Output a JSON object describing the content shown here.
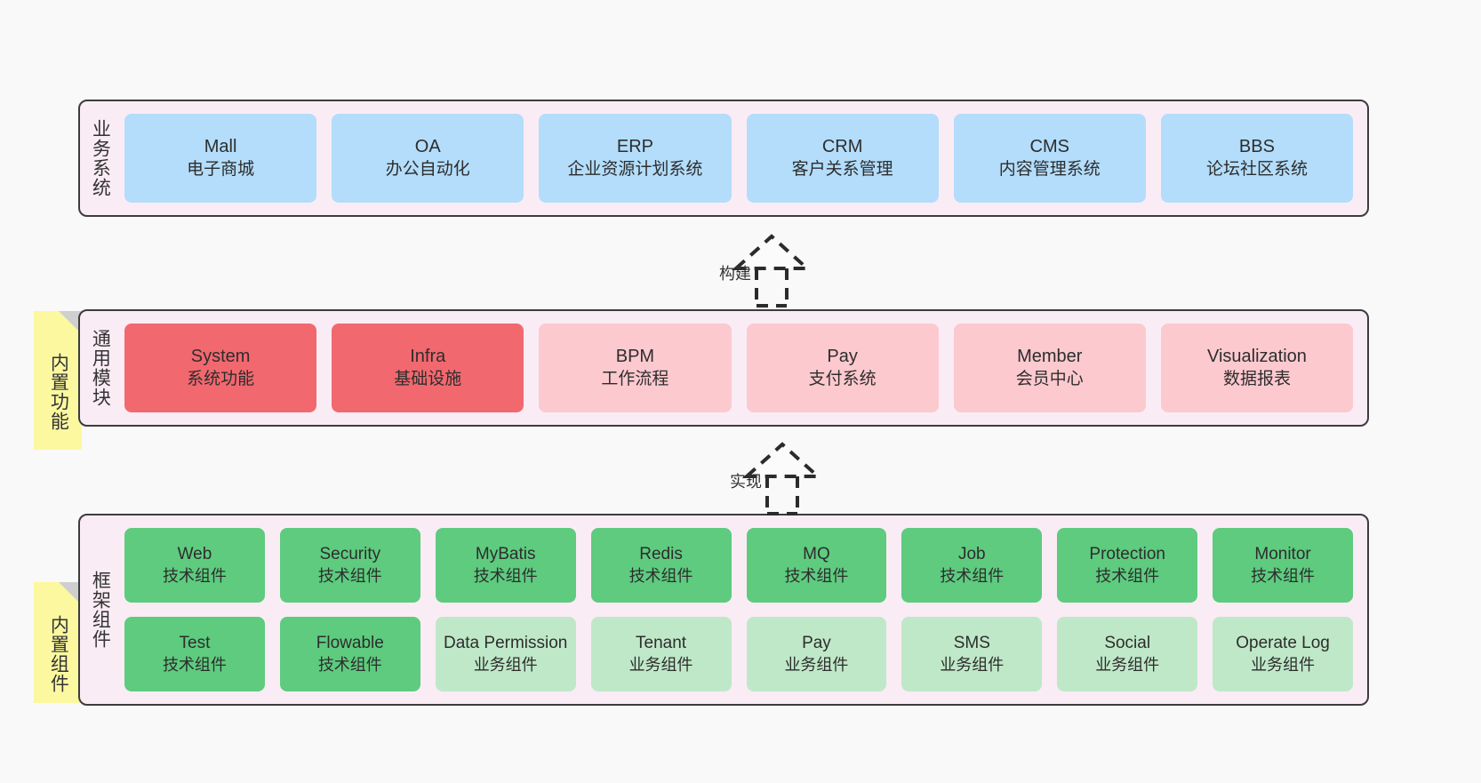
{
  "diagram": {
    "title_hidden": "",
    "colors": {
      "panel_bg": "#faecf5",
      "panel_border": "#3c3c3c",
      "business_cell": "#b3ddfb",
      "module_core": "#f2686f",
      "module_plain": "#fcc9cf",
      "tech_component": "#5ecb7f",
      "biz_component": "#bfe8c8",
      "sticky_note": "#fbf8a0",
      "sticky_fold": "#cfcfcf",
      "canvas": "#f9f9f9"
    }
  },
  "layers": [
    {
      "id": "business-system",
      "title": "业务系统",
      "rows": [
        {
          "cells": [
            {
              "name": "Mall",
              "sub": "电子商城",
              "style": "c-blue"
            },
            {
              "name": "OA",
              "sub": "办公自动化",
              "style": "c-blue"
            },
            {
              "name": "ERP",
              "sub": "企业资源计划系统",
              "style": "c-blue"
            },
            {
              "name": "CRM",
              "sub": "客户关系管理",
              "style": "c-blue"
            },
            {
              "name": "CMS",
              "sub": "内容管理系统",
              "style": "c-blue"
            },
            {
              "name": "BBS",
              "sub": "论坛社区系统",
              "style": "c-blue"
            }
          ]
        }
      ]
    },
    {
      "id": "common-module",
      "title": "通用模块",
      "note": "内置功能",
      "rows": [
        {
          "cells": [
            {
              "name": "System",
              "sub": "系统功能",
              "style": "c-red"
            },
            {
              "name": "Infra",
              "sub": "基础设施",
              "style": "c-red"
            },
            {
              "name": "BPM",
              "sub": "工作流程",
              "style": "c-pink"
            },
            {
              "name": "Pay",
              "sub": "支付系统",
              "style": "c-pink"
            },
            {
              "name": "Member",
              "sub": "会员中心",
              "style": "c-pink"
            },
            {
              "name": "Visualization",
              "sub": "数据报表",
              "style": "c-pink"
            }
          ]
        }
      ]
    },
    {
      "id": "framework-component",
      "title": "框架组件",
      "note": "内置组件",
      "rows": [
        {
          "cells": [
            {
              "name": "Web",
              "sub": "技术组件",
              "style": "c-green"
            },
            {
              "name": "Security",
              "sub": "技术组件",
              "style": "c-green"
            },
            {
              "name": "MyBatis",
              "sub": "技术组件",
              "style": "c-green"
            },
            {
              "name": "Redis",
              "sub": "技术组件",
              "style": "c-green"
            },
            {
              "name": "MQ",
              "sub": "技术组件",
              "style": "c-green"
            },
            {
              "name": "Job",
              "sub": "技术组件",
              "style": "c-green"
            },
            {
              "name": "Protection",
              "sub": "技术组件",
              "style": "c-green"
            },
            {
              "name": "Monitor",
              "sub": "技术组件",
              "style": "c-green"
            }
          ]
        },
        {
          "cells": [
            {
              "name": "Test",
              "sub": "技术组件",
              "style": "c-green"
            },
            {
              "name": "Flowable",
              "sub": "技术组件",
              "style": "c-green"
            },
            {
              "name": "Data Permission",
              "sub": "业务组件",
              "style": "c-greenlight"
            },
            {
              "name": "Tenant",
              "sub": "业务组件",
              "style": "c-greenlight"
            },
            {
              "name": "Pay",
              "sub": "业务组件",
              "style": "c-greenlight"
            },
            {
              "name": "SMS",
              "sub": "业务组件",
              "style": "c-greenlight"
            },
            {
              "name": "Social",
              "sub": "业务组件",
              "style": "c-greenlight"
            },
            {
              "name": "Operate Log",
              "sub": "业务组件",
              "style": "c-greenlight"
            }
          ]
        }
      ]
    }
  ],
  "connectors": [
    {
      "id": "build",
      "label": "构建",
      "from": "common-module",
      "to": "business-system"
    },
    {
      "id": "implement",
      "label": "实现",
      "from": "framework-component",
      "to": "common-module"
    }
  ]
}
